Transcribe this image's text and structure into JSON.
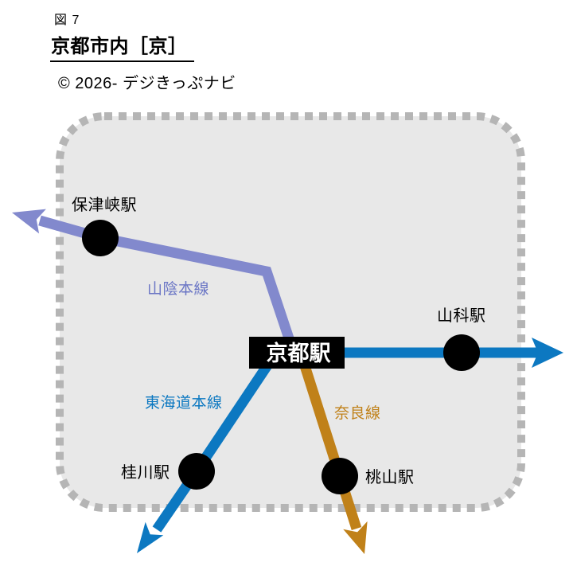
{
  "figure": {
    "label": "図 7",
    "title": "京都市内［京］",
    "copyright": "© 2026- デジきっぷナビ"
  },
  "map": {
    "hub_station": "京都駅",
    "panel": {
      "fill": "#e8e8e8",
      "border_dash_color": "#b5b5b5"
    },
    "lines": [
      {
        "name": "山陰本線",
        "color": "#8289cd",
        "label_color": "#6b76c5",
        "arrow_direction": "out-upper-left"
      },
      {
        "name": "東海道本線",
        "color": "#0c78c1",
        "label_color": "#0c78c1",
        "arrow_direction": "out-right-and-lower-left"
      },
      {
        "name": "奈良線",
        "color": "#c08119",
        "label_color": "#c08119",
        "arrow_direction": "out-bottom"
      }
    ],
    "stations": [
      {
        "name": "保津峡駅",
        "line": "山陰本線"
      },
      {
        "name": "山科駅",
        "line": "東海道本線"
      },
      {
        "name": "桂川駅",
        "line": "東海道本線"
      },
      {
        "name": "桃山駅",
        "line": "奈良線"
      }
    ]
  }
}
